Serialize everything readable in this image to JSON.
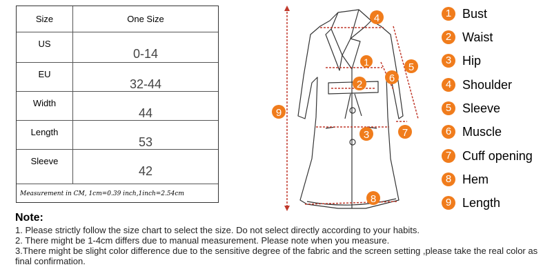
{
  "size_table": {
    "header": {
      "label": "Size",
      "value": "One Size"
    },
    "rows": [
      {
        "label": "US",
        "value": "0-14"
      },
      {
        "label": "EU",
        "value": "32-44"
      },
      {
        "label": "Width",
        "value": "44"
      },
      {
        "label": "Length",
        "value": "53"
      },
      {
        "label": "Sleeve",
        "value": "42"
      }
    ],
    "measurement_note": "Measurement in CM, 1cm=0.39 inch,1inch=2.54cm"
  },
  "diagram": {
    "markers": [
      "1",
      "2",
      "3",
      "4",
      "5",
      "6",
      "7",
      "8",
      "9"
    ],
    "accent_color": "#f07c1c",
    "line_color": "#c0392b"
  },
  "legend": [
    {
      "num": "1",
      "label": "Bust"
    },
    {
      "num": "2",
      "label": "Waist"
    },
    {
      "num": "3",
      "label": "Hip"
    },
    {
      "num": "4",
      "label": "Shoulder"
    },
    {
      "num": "5",
      "label": "Sleeve"
    },
    {
      "num": "6",
      "label": "Muscle"
    },
    {
      "num": "7",
      "label": "Cuff opening"
    },
    {
      "num": "8",
      "label": "Hem"
    },
    {
      "num": "9",
      "label": "Length"
    }
  ],
  "notes": {
    "title": "Note:",
    "lines": [
      "1. Please strictly follow the size chart  to select the size. Do not select directly according to your habits.",
      "2. There might be 1-4cm differs due to manual measurement. Please note when you measure.",
      "3.There might be slight color difference due to the sensitive degree of the fabric and the screen setting ,please take the real color as final confirmation."
    ]
  }
}
